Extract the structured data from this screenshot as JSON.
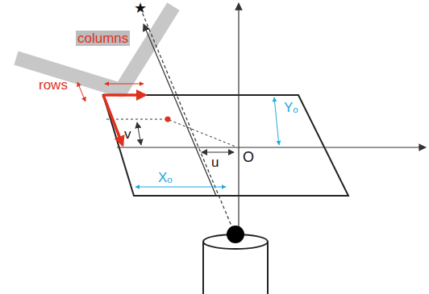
{
  "diagram": {
    "labels": [
      "columns",
      "rows",
      "v",
      "u",
      "O",
      "Yₒ",
      "Xₒ"
    ]
  }
}
